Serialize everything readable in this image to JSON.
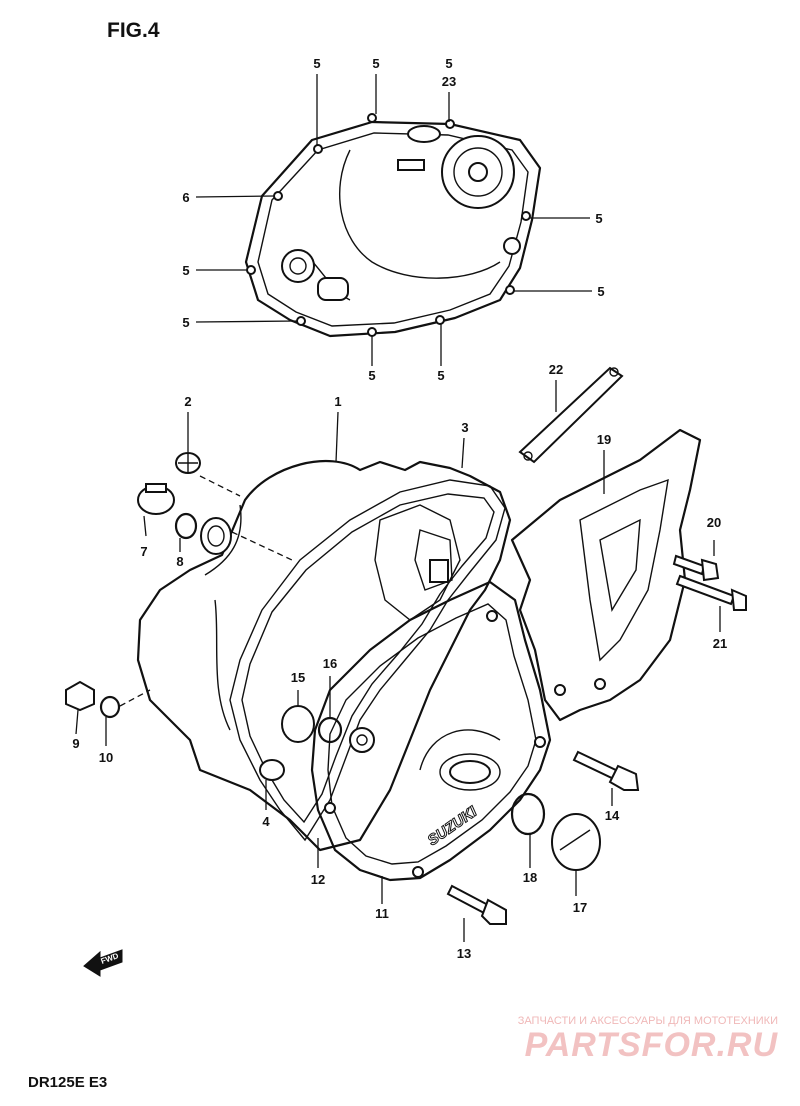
{
  "figure": {
    "title": "FIG.4",
    "model_code": "DR125E  E3",
    "fwd_label": "FWD",
    "engraved_logo": "SUZUKI"
  },
  "watermark": {
    "tagline": "ЗАПЧАСТИ И АКСЕССУАРЫ ДЛЯ МОТОТЕХНИКИ",
    "brand": "PARTSFOR.RU",
    "color": "#f2c2c2"
  },
  "callouts": {
    "c5_a": "5",
    "c5_b": "5",
    "c5_c": "5",
    "c23": "23",
    "c6": "6",
    "c5_left1": "5",
    "c5_left2": "5",
    "c5_right1": "5",
    "c5_right2": "5",
    "c5_bottom1": "5",
    "c5_bottom2": "5",
    "c1": "1",
    "c2": "2",
    "c3": "3",
    "c4": "4",
    "c7": "7",
    "c8": "8",
    "c9": "9",
    "c10": "10",
    "c11": "11",
    "c12": "12",
    "c13": "13",
    "c14": "14",
    "c15": "15",
    "c16": "16",
    "c17": "17",
    "c18": "18",
    "c19": "19",
    "c20": "20",
    "c21": "21",
    "c22": "22"
  }
}
